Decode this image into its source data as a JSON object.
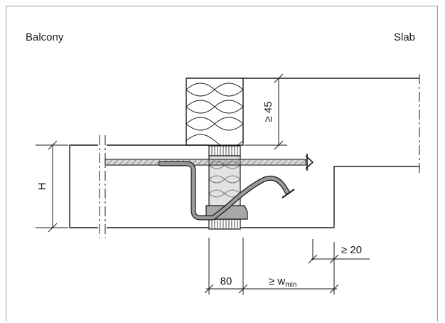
{
  "labels": {
    "left_side": "Balcony",
    "right_side": "Slab"
  },
  "dimensions": {
    "height": "H",
    "insulation_height": "≥ 45",
    "insulation_width": "80",
    "setback": "≥ 20",
    "width_prefix": "≥ w",
    "width_subscript": "min"
  },
  "colors": {
    "line": "#1a1a1a",
    "frame": "#9a9a9a",
    "insulation_block": "#e2e2e2",
    "bar_fill": "#8a8a8a",
    "pressure_bearing": "#a8a8a8"
  }
}
